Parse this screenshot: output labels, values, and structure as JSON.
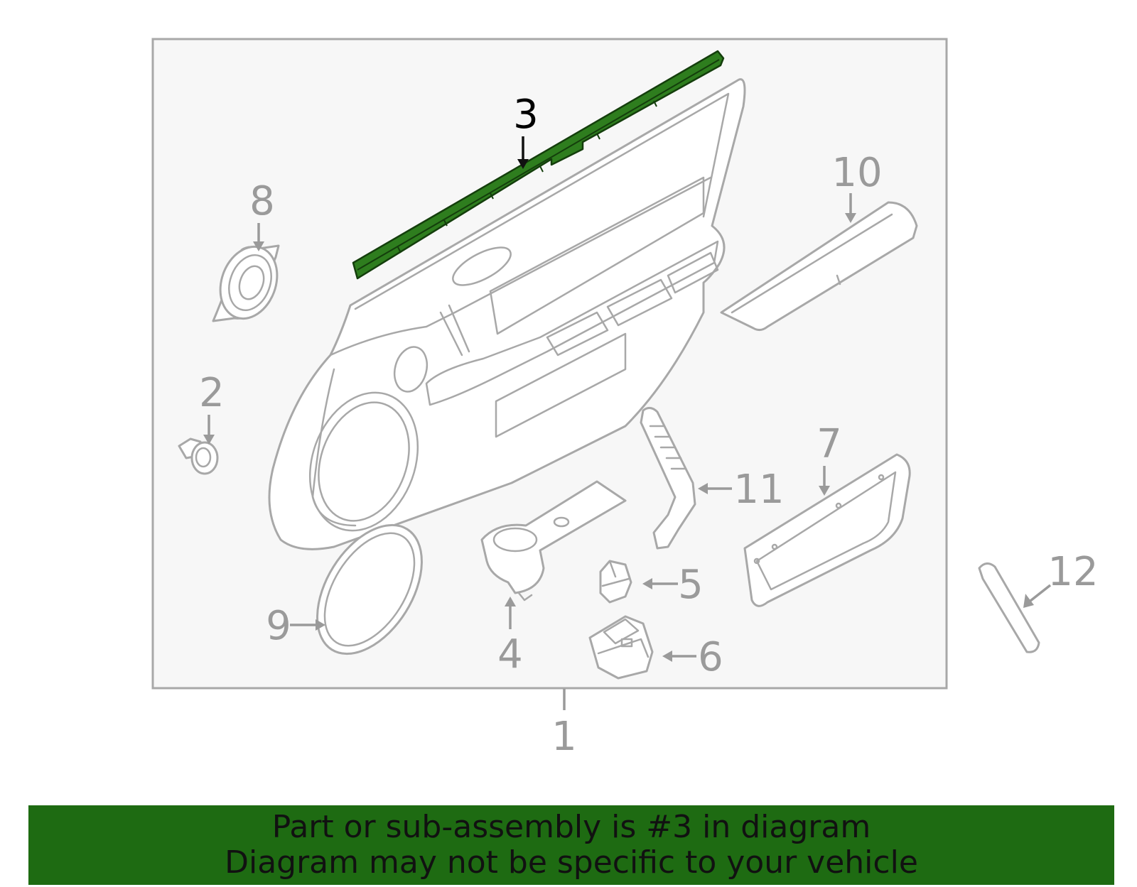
{
  "diagram": {
    "callouts": {
      "c1": "1",
      "c2": "2",
      "c3": "3",
      "c4": "4",
      "c5": "5",
      "c6": "6",
      "c7": "7",
      "c8": "8",
      "c9": "9",
      "c10": "10",
      "c11": "11",
      "c12": "12"
    },
    "highlighted_part": "3",
    "colors": {
      "highlight": "#2e7d1e",
      "banner": "#1e6b12",
      "outline": "#a8a8a8"
    }
  },
  "banner": {
    "line1": "Part or sub-assembly is #3 in diagram",
    "line2": "Diagram may not be specific to your vehicle"
  }
}
